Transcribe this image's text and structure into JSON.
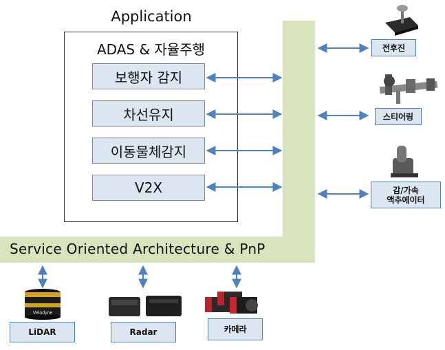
{
  "application": {
    "title": "Application",
    "subtitle": "ADAS & 자율주행",
    "functions": [
      "보행자 감지",
      "차선유지",
      "이동물체감지",
      "V2X"
    ]
  },
  "soa": {
    "label": "Service Oriented Architecture & PnP"
  },
  "actuators": {
    "shift": "전후진",
    "steering": "스티어링",
    "accel_line1": "감/가속",
    "accel_line2": "액추에이터"
  },
  "sensors": {
    "lidar": "LiDAR",
    "lidar_brand": "Velodyne",
    "radar": "Radar",
    "camera": "카메라"
  },
  "colors": {
    "soa_fill": "#d7e4bd",
    "box_fill": "#dce6f1",
    "arrow": "#4f81bd"
  }
}
